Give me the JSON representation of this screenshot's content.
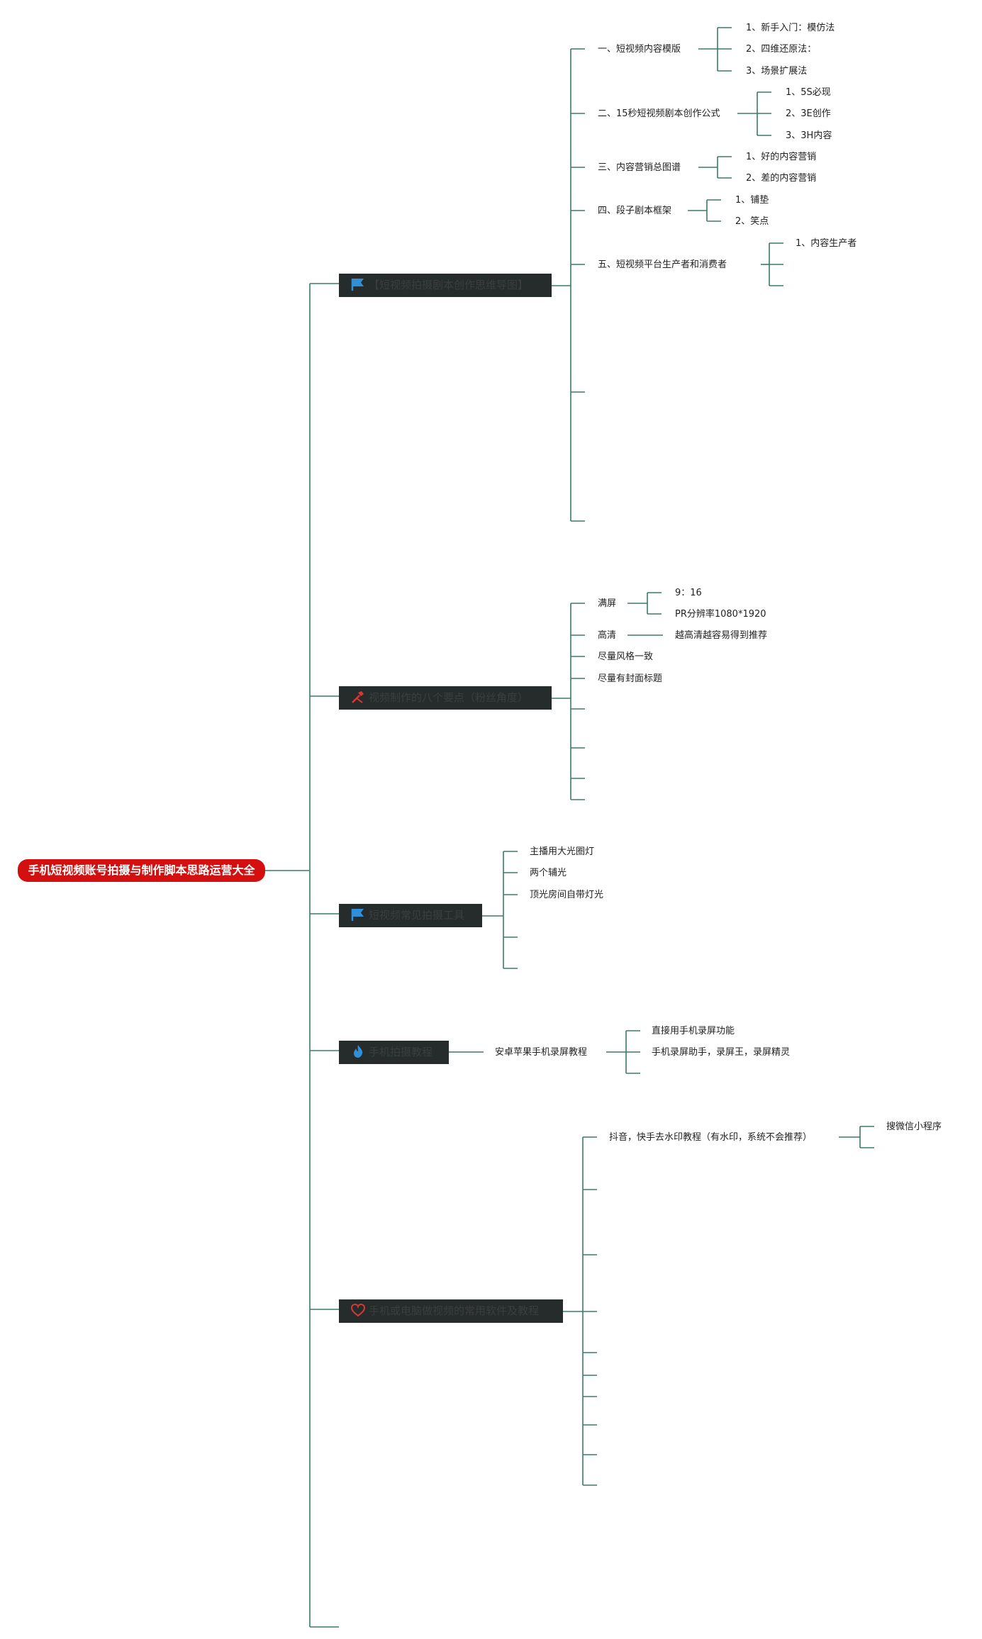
{
  "root": {
    "title": "手机短视频账号拍摄与制作脚本思路运营大全"
  },
  "branches": [
    {
      "title": "【短视频拍摄剧本创作思维导图】",
      "icon": "flag-icon",
      "icon_color": "#2f8fd8",
      "items": [
        {
          "label": "一、短视频内容模版",
          "children": [
            "1、新手入门：模仿法",
            "2、四维还原法：",
            "3、场景扩展法"
          ]
        },
        {
          "label": "二、15秒短视频剧本创作公式",
          "children": [
            "1、5S必现",
            "2、3E创作",
            "3、3H内容"
          ]
        },
        {
          "label": "三、内容营销总图谱",
          "children": [
            "1、好的内容营销",
            "2、差的内容营销"
          ]
        },
        {
          "label": "四、段子剧本框架",
          "children": [
            "1、铺垫",
            "2、笑点"
          ]
        },
        {
          "label": "五、短视频平台生产者和消费者",
          "children": [
            "1、内容生产者"
          ]
        }
      ]
    },
    {
      "title": "视频制作的八个要点（粉丝角度）",
      "icon": "tools-icon",
      "icon_color": "#d63a32",
      "items": [
        {
          "label": "满屏",
          "children": [
            "9：16",
            "PR分辨率1080*1920"
          ]
        },
        {
          "label": "高清",
          "children": [
            "越高清越容易得到推荐"
          ]
        },
        {
          "label": "尽量风格一致",
          "children": []
        },
        {
          "label": "尽量有封面标题",
          "children": []
        }
      ]
    },
    {
      "title": "短视频常见拍摄工具",
      "icon": "flag-icon",
      "icon_color": "#2f8fd8",
      "items": [
        {
          "label": "主播用大光圈灯",
          "children": []
        },
        {
          "label": "两个辅光",
          "children": []
        },
        {
          "label": "顶光房间自带灯光",
          "children": []
        }
      ]
    },
    {
      "title": "手机拍摄教程",
      "icon": "fire-icon",
      "icon_color": "#2f8fd8",
      "items": [
        {
          "label": "安卓苹果手机录屏教程",
          "children": [
            "直接用手机录屏功能",
            "手机录屏助手，录屏王，录屏精灵"
          ]
        }
      ]
    },
    {
      "title": "手机或电脑做视频的常用软件及教程",
      "icon": "heart-icon",
      "icon_color": "#d63a32",
      "items": [
        {
          "label": "抖音，快手去水印教程（有水印，系统不会推荐）",
          "children": [
            "搜微信小程序"
          ]
        }
      ]
    }
  ],
  "colors": {
    "link": "#3d7a6b",
    "root_bg": "#d40f0f",
    "branch_bg": "#262c2b"
  }
}
